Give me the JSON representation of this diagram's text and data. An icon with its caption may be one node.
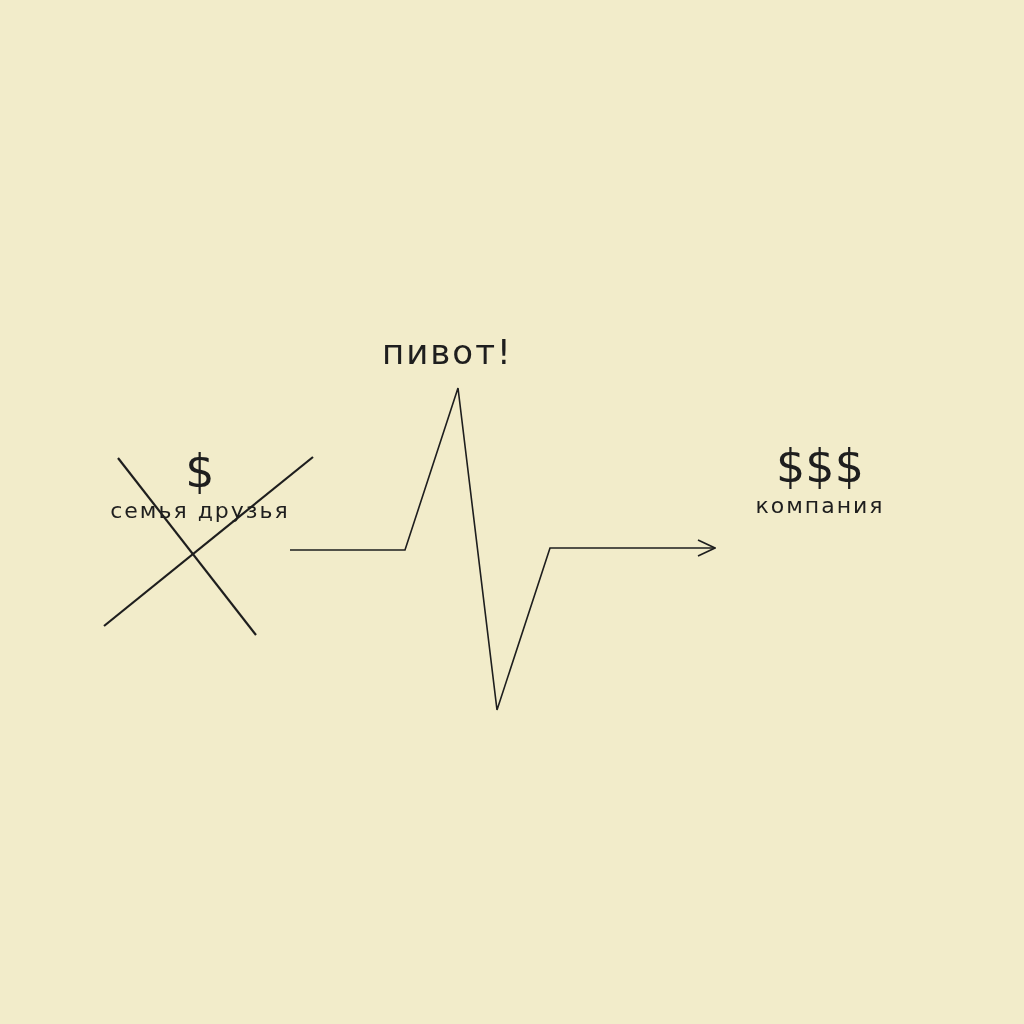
{
  "diagram": {
    "nodes": [
      {
        "text": [
          "$",
          "семья друзья"
        ]
      },
      {
        "text": [
          "$$$",
          "компания"
        ]
      }
    ],
    "edges": [
      {
        "from": 0,
        "to": 1,
        "arrow": "to",
        "label": "пивот!"
      }
    ]
  }
}
